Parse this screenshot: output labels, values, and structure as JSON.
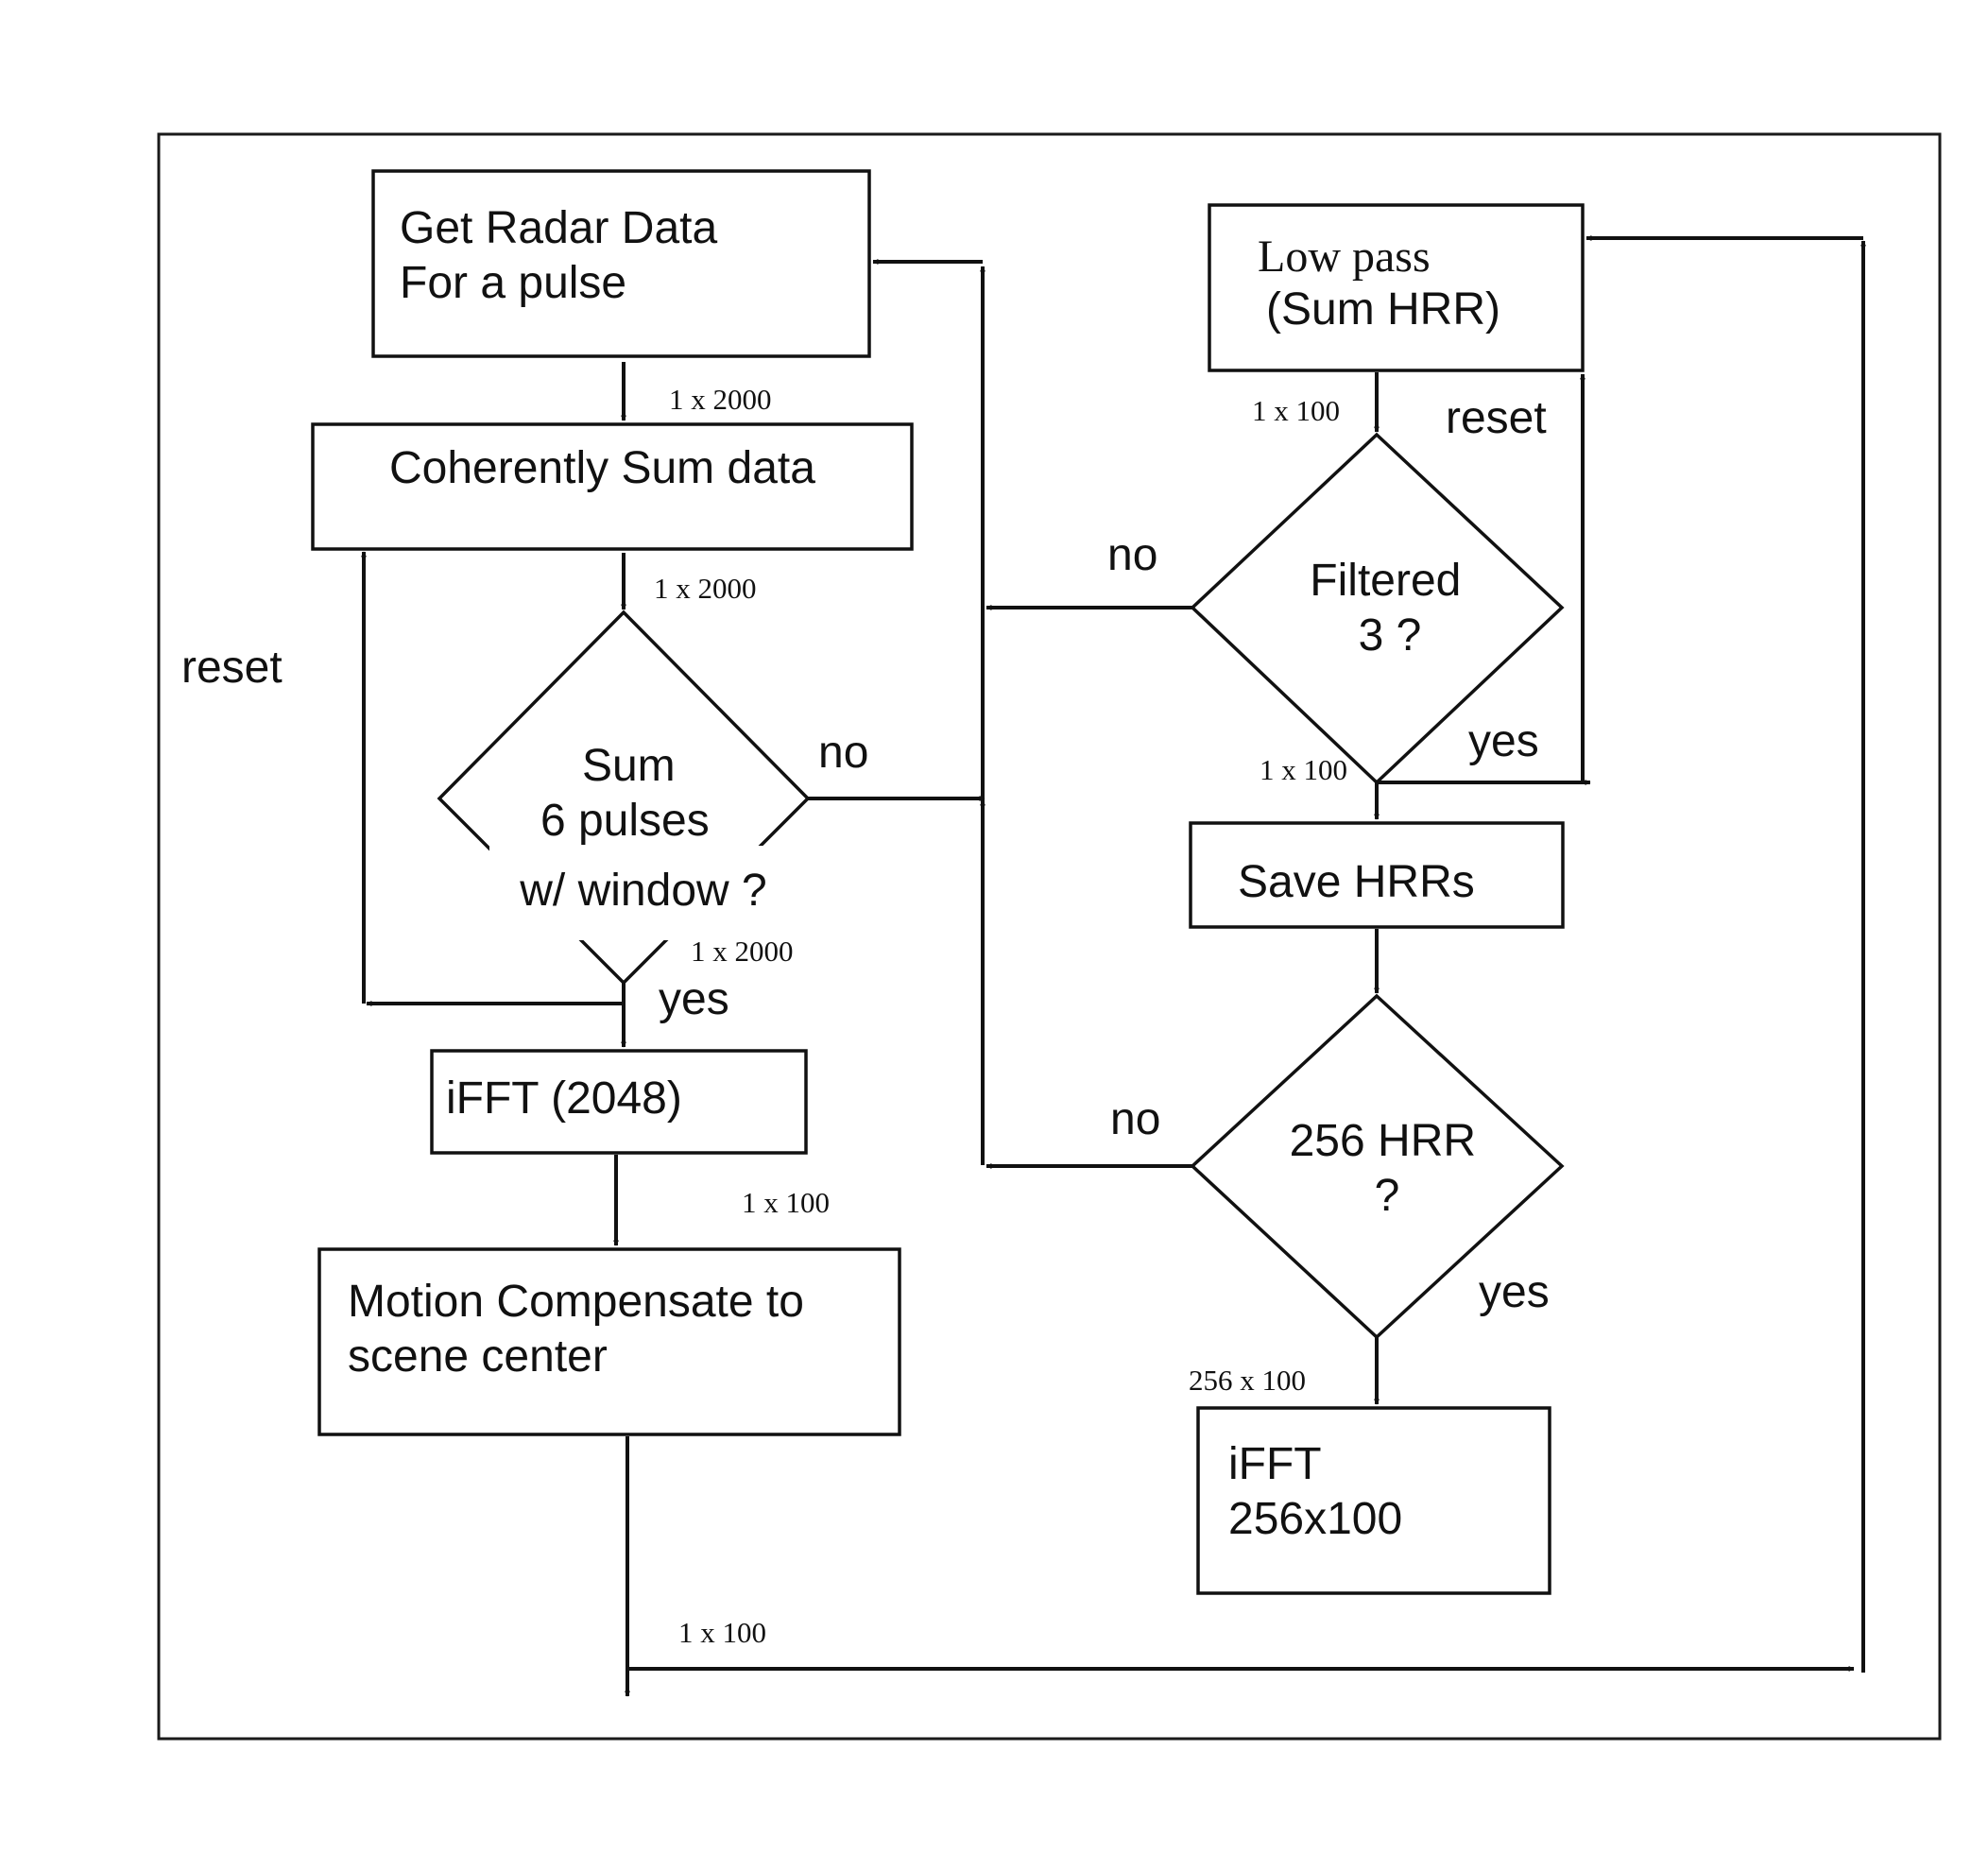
{
  "boxes": {
    "get_radar": [
      "Get Radar Data",
      "For a pulse"
    ],
    "coherent_sum": "Coherently Sum data",
    "ifft_2048": "iFFT (2048)",
    "motion_comp": [
      "Motion Compensate to",
      "scene center"
    ],
    "low_pass": [
      "Low pass",
      "(Sum HRR)"
    ],
    "save_hrrs": "Save HRRs",
    "ifft_256": [
      "iFFT",
      "256x100"
    ]
  },
  "decisions": {
    "sum_pulses": [
      "Sum",
      "6 pulses",
      "w/ window ?"
    ],
    "filtered": [
      "Filtered",
      "3 ?"
    ],
    "hrr_256": [
      "256 HRR",
      "?"
    ]
  },
  "branch_labels": {
    "reset_left": "reset",
    "no_sum": "no",
    "yes_sum": "yes",
    "reset_right": "reset",
    "no_filtered": "no",
    "yes_filtered": "yes",
    "no_hrr": "no",
    "yes_hrr": "yes"
  },
  "dimension_labels": {
    "radar_out": "1 x 2000",
    "sum_out": "1 x 2000",
    "decision_out": "1 x 2000",
    "ifft_out": "1 x 100",
    "motion_out": "1 x 100",
    "lowpass_out": "1 x 100",
    "filtered_out": "1 x 100",
    "hrr_out": "256 x 100"
  }
}
